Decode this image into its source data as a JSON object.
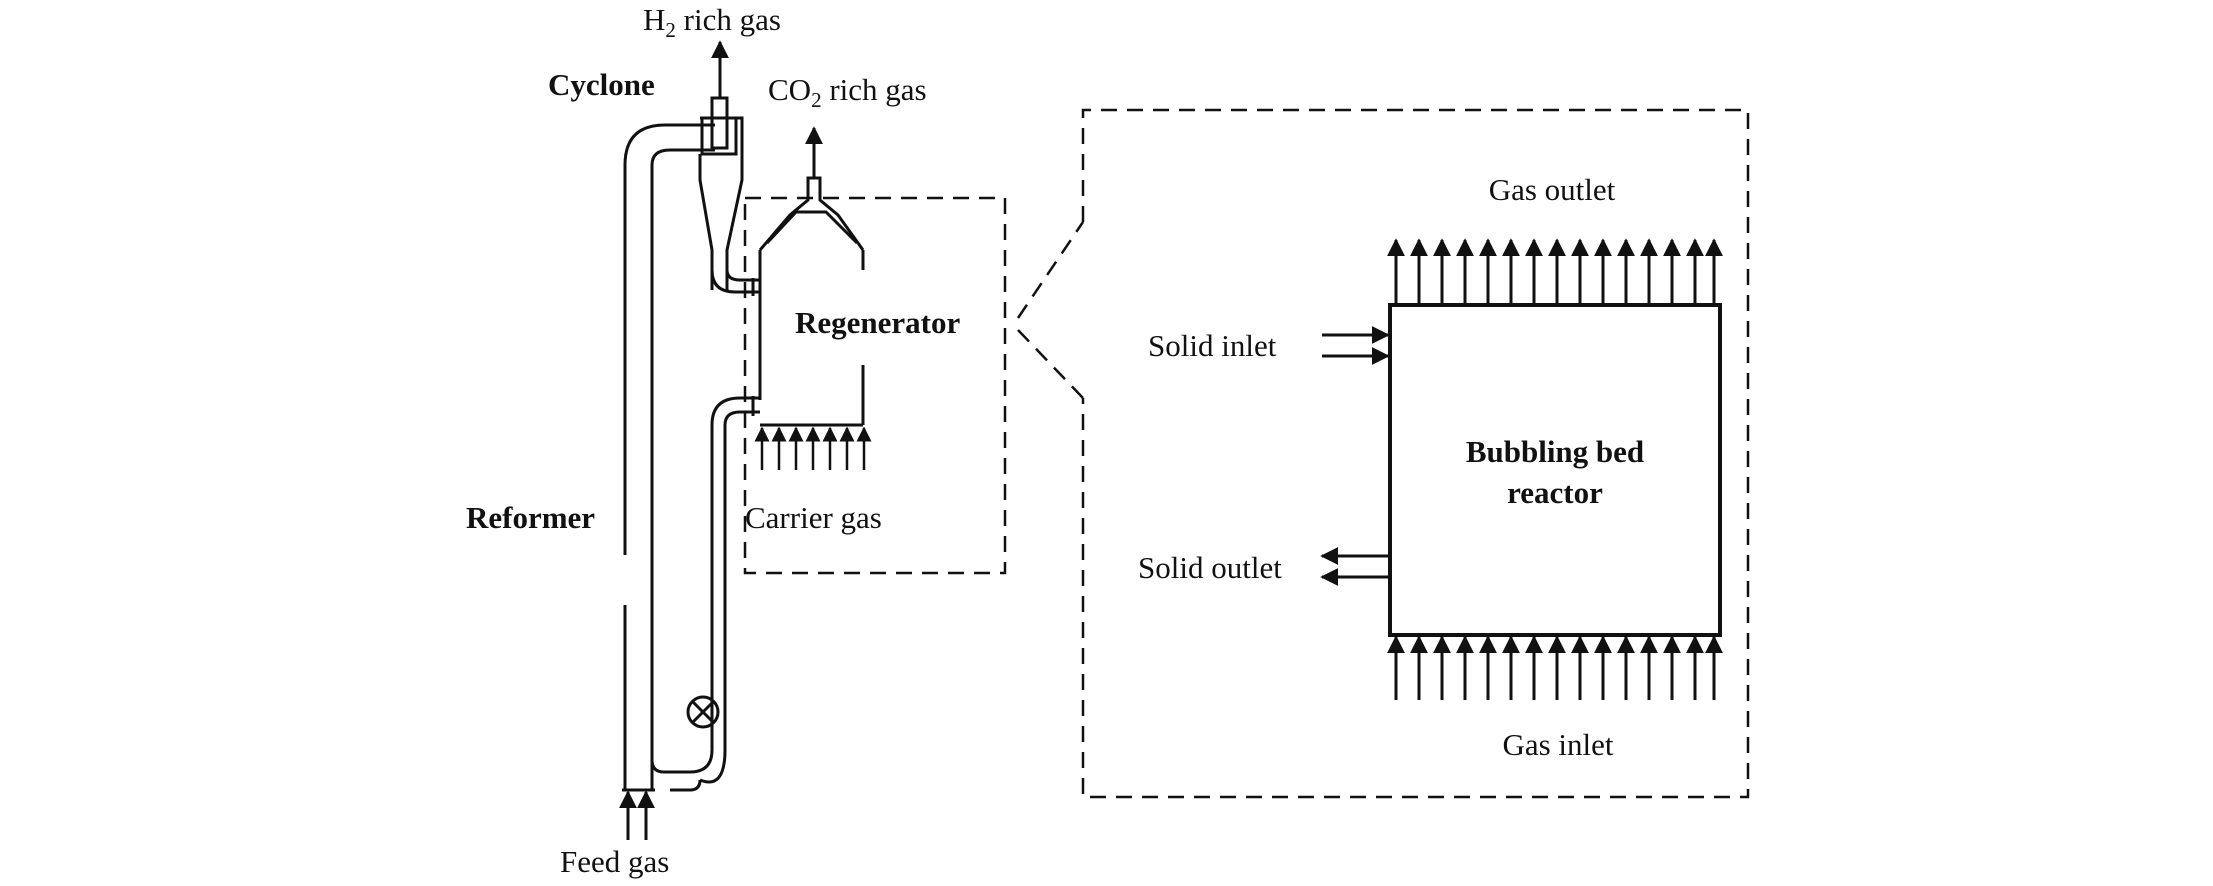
{
  "left_schematic": {
    "h2_gas": {
      "main": "H",
      "sub": "2",
      "rest": " rich gas"
    },
    "co2_gas": {
      "main": "CO",
      "sub": "2",
      "rest": " rich gas"
    },
    "cyclone": "Cyclone",
    "regenerator": "Regenerator",
    "reformer": "Reformer",
    "carrier_gas": "Carrier gas",
    "feed_gas": "Feed gas"
  },
  "detail_view": {
    "gas_outlet": "Gas outlet",
    "solid_inlet": "Solid inlet",
    "solid_outlet": "Solid outlet",
    "reactor_line1": "Bubbling bed",
    "reactor_line2": "reactor",
    "gas_inlet": "Gas inlet"
  },
  "colors": {
    "stroke": "#111111",
    "background": "#ffffff"
  }
}
